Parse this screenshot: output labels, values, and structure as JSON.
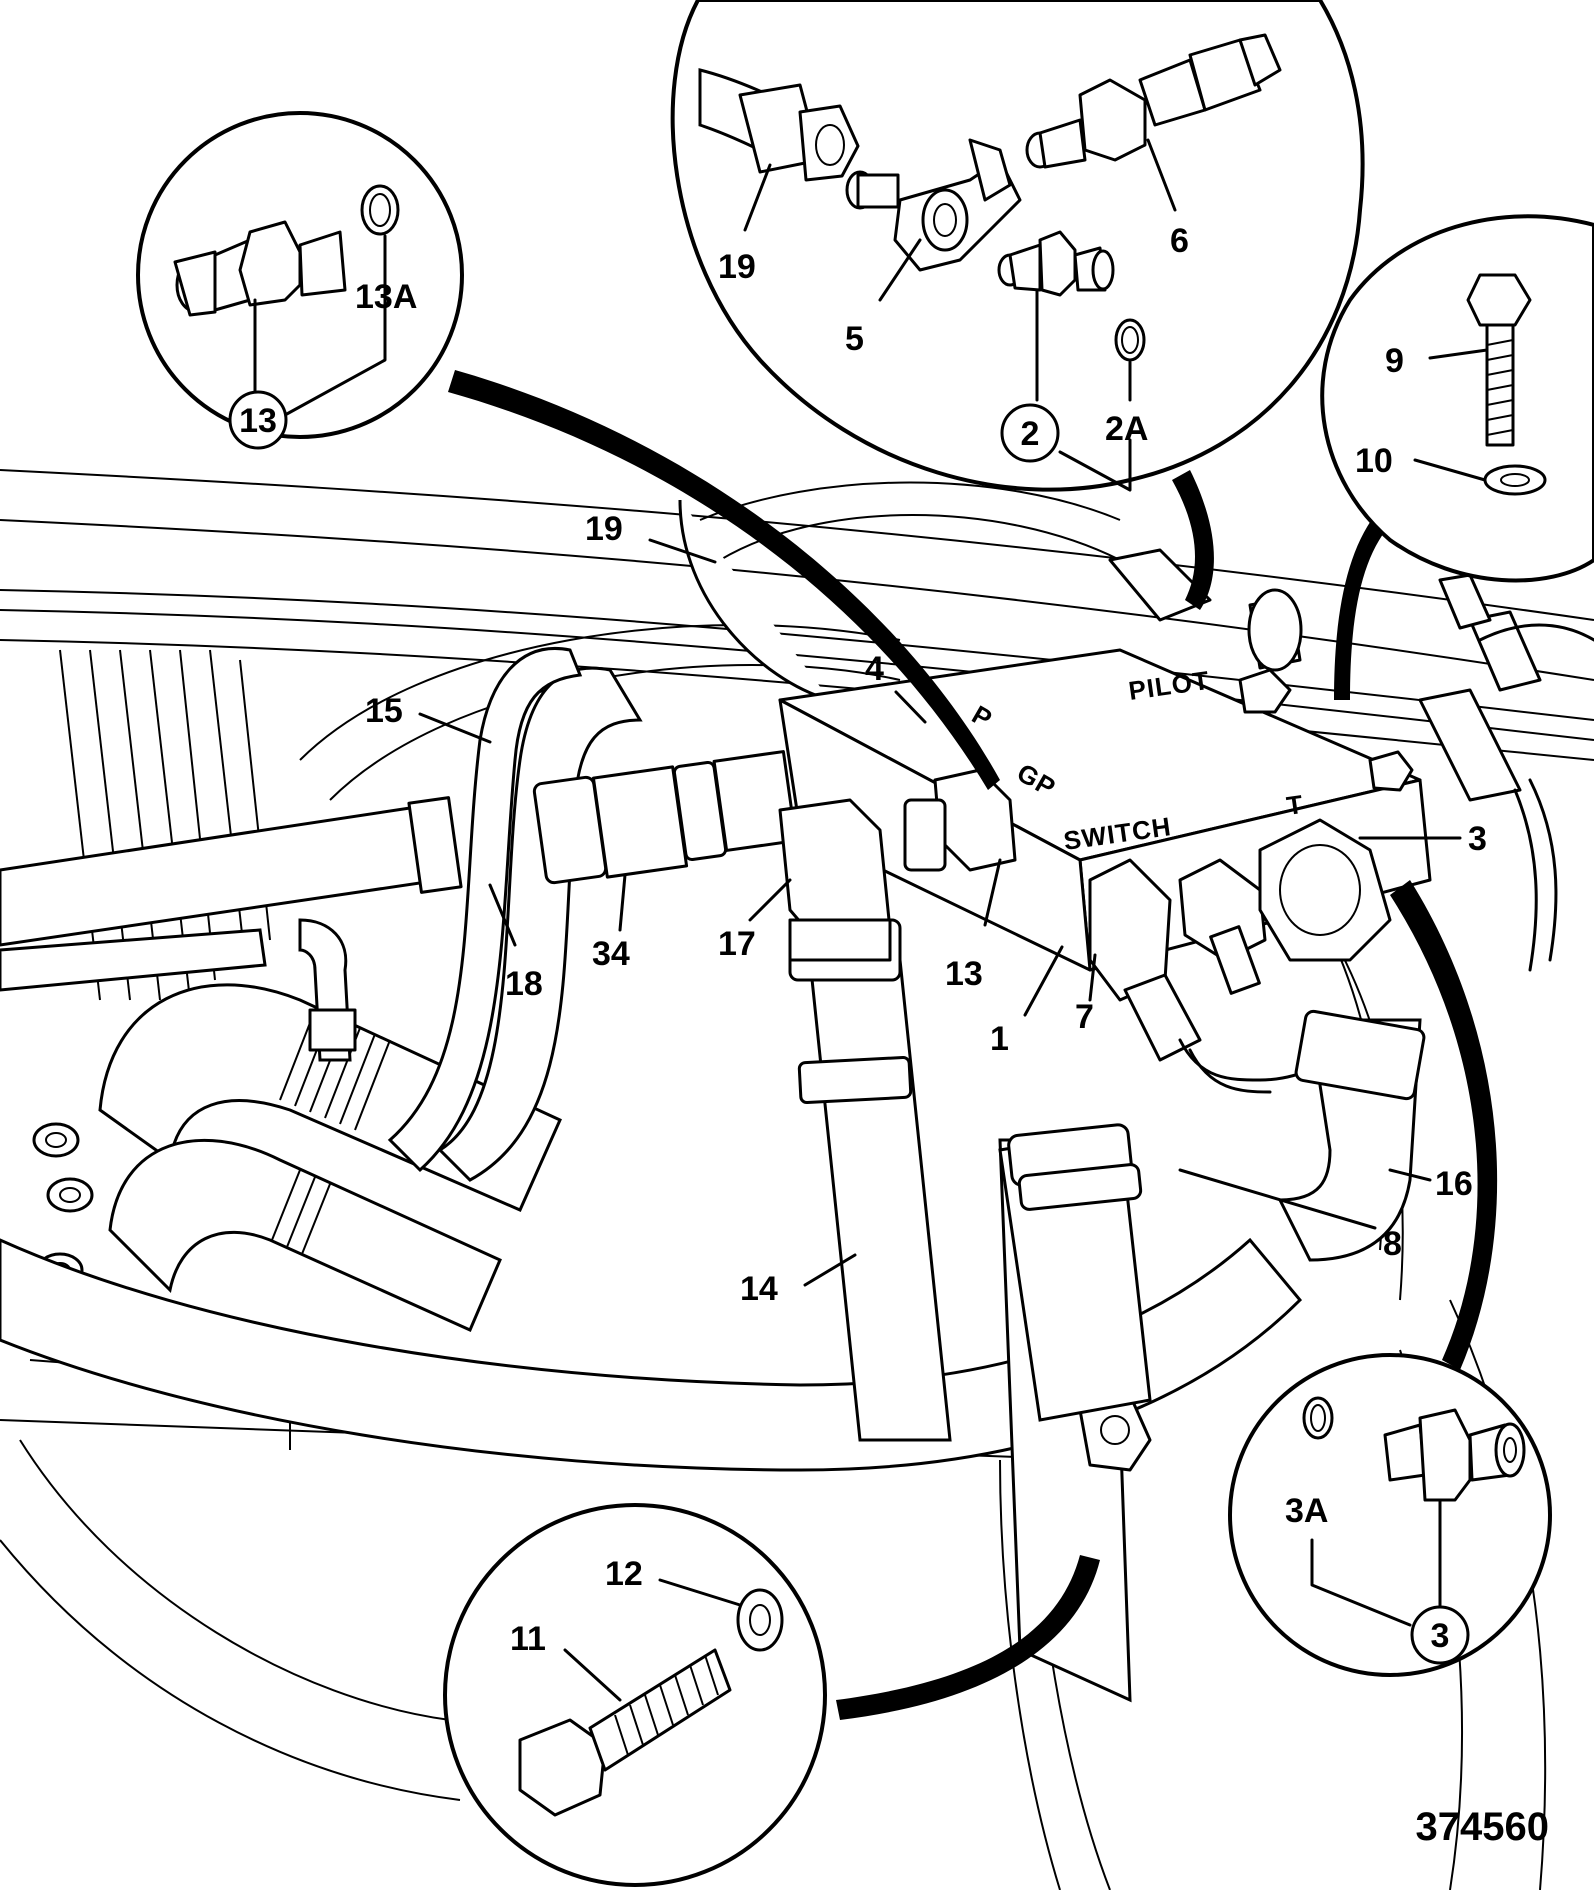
{
  "figure": {
    "document_number": "374560",
    "block_stamps": {
      "pilot": "PILOT",
      "p": "P",
      "gp": "GP",
      "switch": "SWITCH",
      "t": "T"
    },
    "callouts": {
      "c1": "1",
      "c3": "3",
      "c4": "4",
      "c7": "7",
      "c8": "8",
      "c13": "13",
      "c14": "14",
      "c15": "15",
      "c16": "16",
      "c17": "17",
      "c18": "18",
      "c19": "19",
      "c34": "34"
    },
    "detail_top_left": {
      "ring_label": "13A",
      "part_label": "13"
    },
    "detail_top_center": {
      "l19": "19",
      "l5": "5",
      "l6": "6",
      "l2": "2",
      "l2a": "2A"
    },
    "detail_right": {
      "l9": "9",
      "l10": "10"
    },
    "detail_bottom_center": {
      "l11": "11",
      "l12": "12"
    },
    "detail_bottom_right": {
      "ring_label": "3A",
      "part_label": "3"
    }
  }
}
